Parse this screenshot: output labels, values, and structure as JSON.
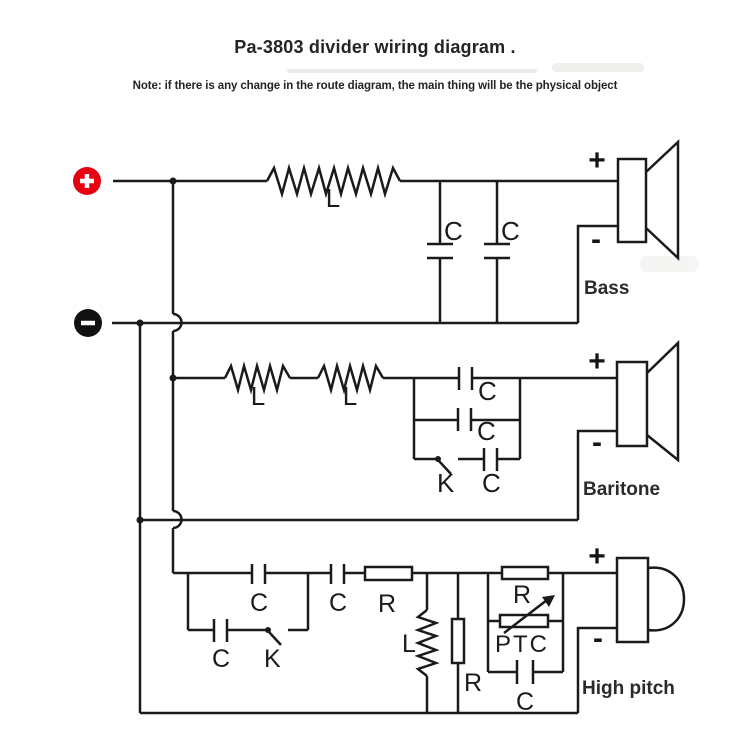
{
  "title": "Pa-3803 divider wiring diagram .",
  "note": "Note: if there is any change in the route diagram, the main thing will be the physical object",
  "terminals": {
    "positive": "+",
    "negative": "−"
  },
  "labels": {
    "inductor": "L",
    "capacitor": "C",
    "switch": "K",
    "resistor": "R",
    "ptc": "PTC"
  },
  "speakers": {
    "bass": {
      "plus": "+",
      "minus": "-",
      "name": "Bass"
    },
    "baritone": {
      "plus": "+",
      "minus": "-",
      "name": "Baritone"
    },
    "high": {
      "plus": "+",
      "minus": "-",
      "name": "High pitch"
    }
  },
  "colors": {
    "wire": "#1a1a1a",
    "positive_terminal": "#e60012",
    "negative_terminal": "#111111",
    "background": "#ffffff"
  }
}
